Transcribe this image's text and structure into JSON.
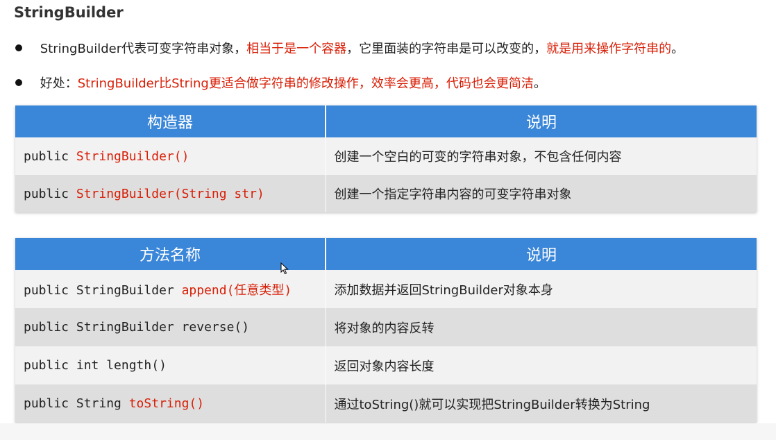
{
  "title": "StringBuilder",
  "bullets": [
    {
      "segments": [
        {
          "text": "StringBuilder代表可变字符串对象，",
          "color": "normal"
        },
        {
          "text": "相当于是一个容器",
          "color": "red"
        },
        {
          "text": "，它里面装的字符串是可以改变的，",
          "color": "normal"
        },
        {
          "text": "就是用来操作字符串的",
          "color": "red"
        },
        {
          "text": "。",
          "color": "normal"
        }
      ]
    },
    {
      "segments": [
        {
          "text": "好处：",
          "color": "normal"
        },
        {
          "text": "StringBuilder比String更适合做字符串的修改操作，效率会更高，代码也会更简洁",
          "color": "red"
        },
        {
          "text": "。",
          "color": "normal"
        }
      ]
    }
  ],
  "constructors_table": {
    "headers": [
      "构造器",
      "说明"
    ],
    "rows": [
      {
        "prefix": "public ",
        "highlight": "StringBuilder()",
        "suffix": "",
        "desc": "创建一个空白的可变的字符串对象，不包含任何内容"
      },
      {
        "prefix": "public ",
        "highlight": "StringBuilder(String str)",
        "suffix": "",
        "desc": "创建一个指定字符串内容的可变字符串对象"
      }
    ]
  },
  "methods_table": {
    "headers": [
      "方法名称",
      "说明"
    ],
    "rows": [
      {
        "prefix": "public StringBuilder ",
        "highlight": "append(任意类型)",
        "suffix": "",
        "desc": "添加数据并返回StringBuilder对象本身"
      },
      {
        "prefix": "public StringBuilder reverse()",
        "highlight": "",
        "suffix": "",
        "desc": "将对象的内容反转"
      },
      {
        "prefix": "public int length()",
        "highlight": "",
        "suffix": "",
        "desc": "返回对象内容长度"
      },
      {
        "prefix": "public String ",
        "highlight": "toString()",
        "suffix": "",
        "desc": "通过toString()就可以实现把StringBuilder转换为String"
      }
    ]
  },
  "colors": {
    "accent_red": "#d81e06",
    "header_blue": "#3a86d8",
    "row_light": "#f2f2f2",
    "row_dark": "#dedede"
  },
  "icons": {
    "cursor": "mouse-pointer-icon"
  }
}
